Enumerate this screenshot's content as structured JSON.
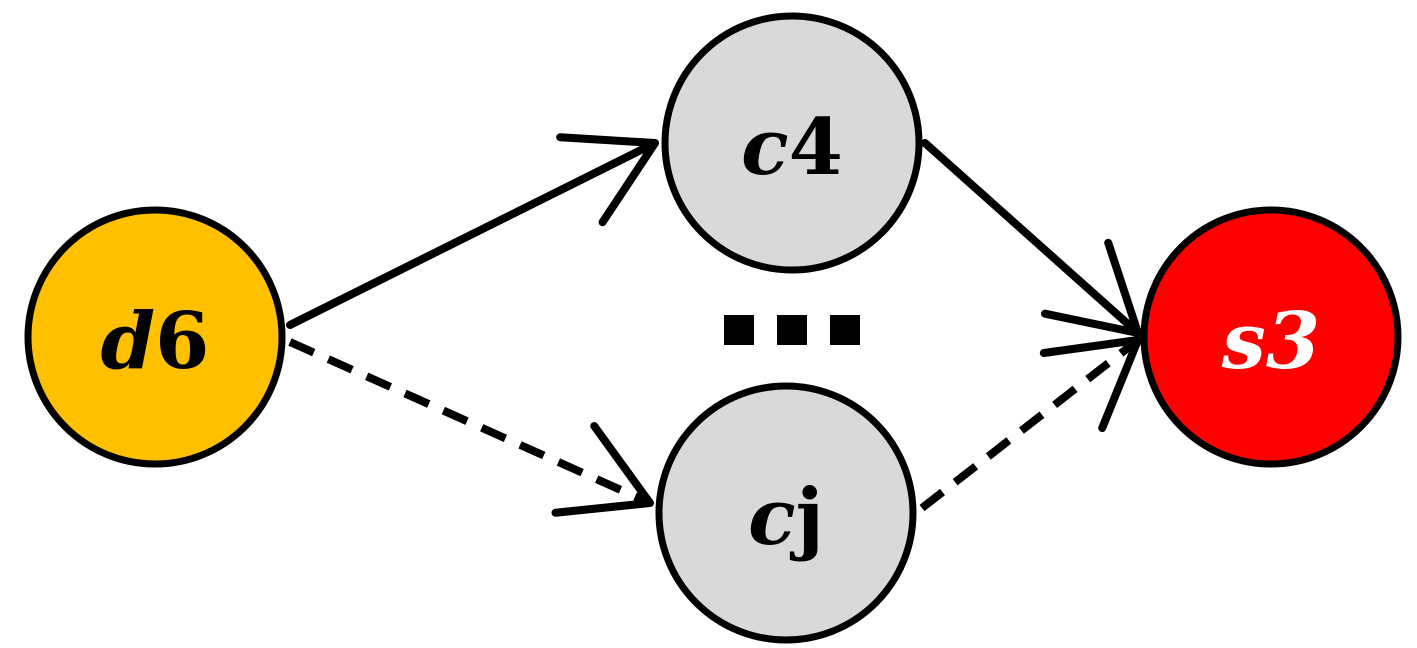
{
  "nodes": [
    {
      "id": "d6",
      "prefix": "d",
      "suffix": "6",
      "fill": "#FFC000",
      "text_color": "#000000",
      "italic_suffix": false
    },
    {
      "id": "c4",
      "prefix": "c",
      "suffix": "4",
      "fill": "#D9D9D9",
      "text_color": "#000000",
      "italic_suffix": false
    },
    {
      "id": "cj",
      "prefix": "c",
      "suffix": "j",
      "fill": "#D9D9D9",
      "text_color": "#000000",
      "italic_suffix": false
    },
    {
      "id": "s3",
      "prefix": "s",
      "suffix": "3",
      "fill": "#FF0000",
      "text_color": "#FFFFFF",
      "italic_suffix": true
    }
  ],
  "edges": [
    {
      "from": "d6",
      "to": "c4",
      "style": "solid"
    },
    {
      "from": "d6",
      "to": "cj",
      "style": "dashed"
    },
    {
      "from": "c4",
      "to": "s3",
      "style": "solid"
    },
    {
      "from": "cj",
      "to": "s3",
      "style": "dashed"
    }
  ],
  "ellipsis_icon": "ellipsis-icon"
}
